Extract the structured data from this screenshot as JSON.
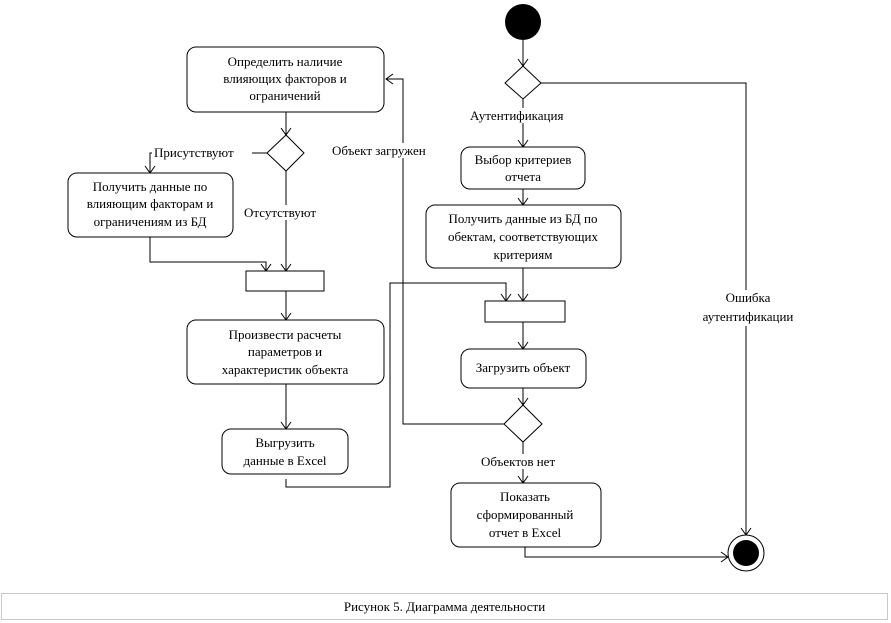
{
  "nodes": {
    "determine_factors": [
      "Определить наличие",
      "влияющих факторов и",
      "ограничений"
    ],
    "get_factor_data": [
      "Получить данные по",
      "влияющим факторам и",
      "ограничениям из БД"
    ],
    "compute_params": [
      "Произвести расчеты",
      "параметров и",
      "характеристик объекта"
    ],
    "export_excel": [
      "Выгрузить",
      "данные в Excel"
    ],
    "select_criteria": [
      "Выбор критериев",
      "отчета"
    ],
    "get_objects": [
      "Получить данные из БД по",
      "обектам, соответствующих",
      "критериям"
    ],
    "load_object": [
      "Загрузить объект"
    ],
    "show_report": [
      "Показать",
      "сформированный",
      "отчет в Excel"
    ]
  },
  "labels": {
    "present": "Присутствуют",
    "absent": "Отсутствуют",
    "object_loaded": "Объект загружен",
    "authentication": "Аутентификация",
    "no_objects": "Объектов нет",
    "auth_error": [
      "Ошибка",
      "аутентификации"
    ]
  },
  "caption": "Рисунок 5. Диаграмма деятельности"
}
